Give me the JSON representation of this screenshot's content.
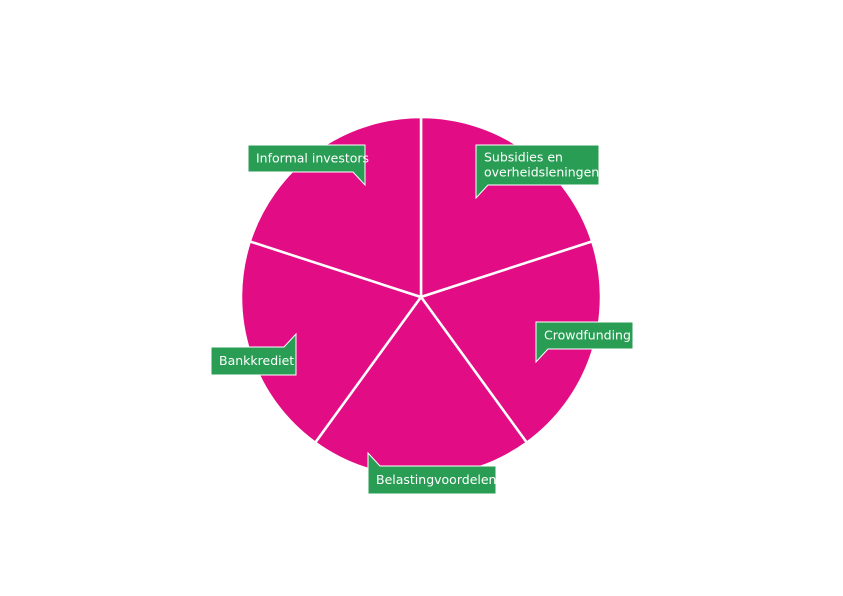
{
  "diagram": {
    "colors": {
      "segment": "#e20c84",
      "callout": "#2a9d55",
      "separator": "#ffffff",
      "text": "#ffffff"
    },
    "segments": [
      {
        "label_lines": [
          "Subsidies en",
          "overheidsleningen"
        ]
      },
      {
        "label_lines": [
          "Crowdfunding"
        ]
      },
      {
        "label_lines": [
          "Belastingvoordelen"
        ]
      },
      {
        "label_lines": [
          "Bankkrediet"
        ]
      },
      {
        "label_lines": [
          "Informal investors"
        ]
      }
    ]
  }
}
